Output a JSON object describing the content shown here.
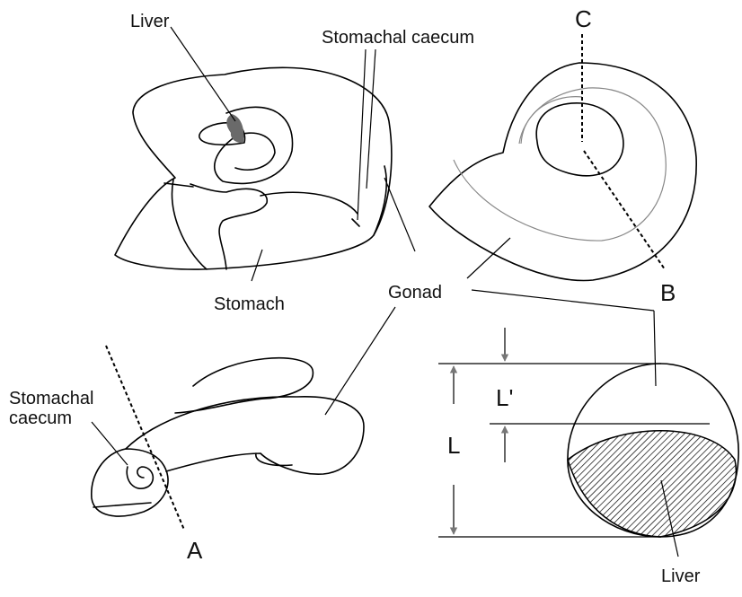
{
  "labels": {
    "liver_top": "Liver",
    "stomachal_caecum_top": "Stomachal caecum",
    "stomach": "Stomach",
    "gonad": "Gonad",
    "stomachal_caecum_bottom_1": "Stomachal",
    "stomachal_caecum_bottom_2": "caecum",
    "liver_bottom": "Liver"
  },
  "letters": {
    "a": "A",
    "b": "B",
    "c": "C"
  },
  "dimensions": {
    "l": "L",
    "l_prime": "L'"
  },
  "colors": {
    "line": "#000000",
    "liver_fill": "#6a6a6a",
    "gonad_inner_line": "#888888"
  }
}
